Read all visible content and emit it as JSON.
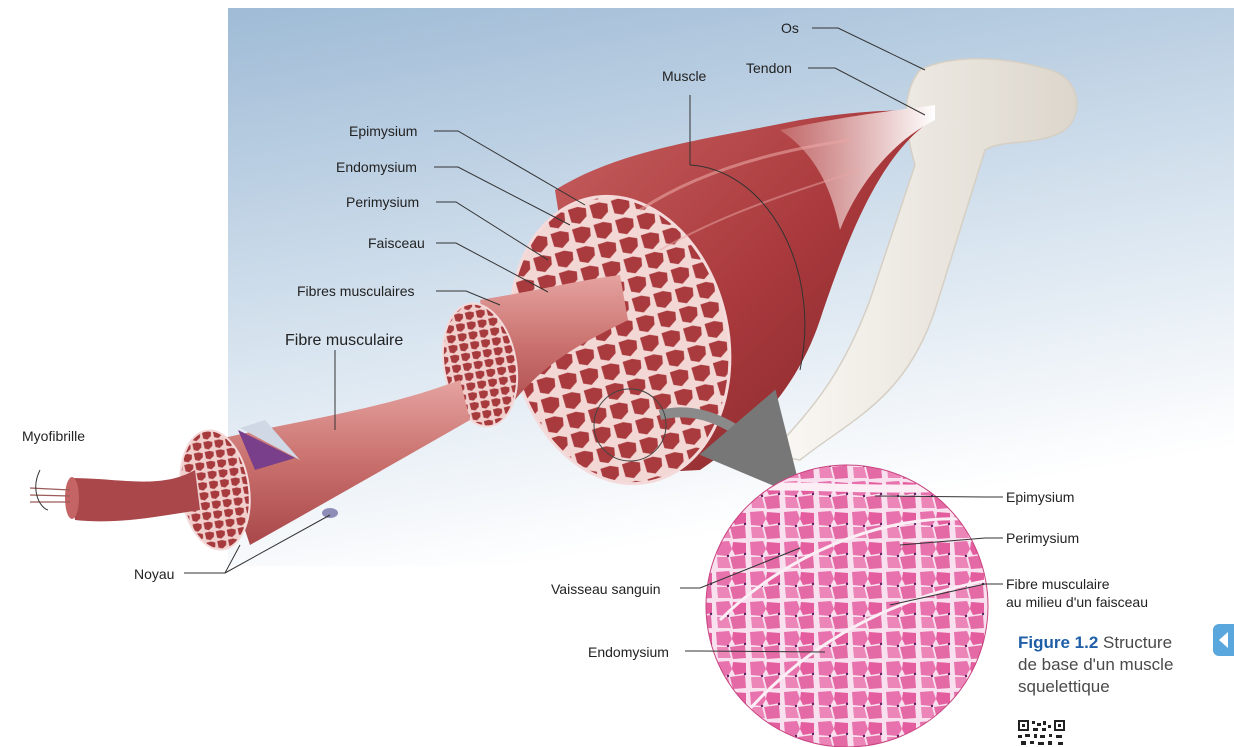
{
  "labels": {
    "os": "Os",
    "tendon": "Tendon",
    "muscle": "Muscle",
    "epimysium": "Epimysium",
    "endomysium": "Endomysium",
    "perimysium": "Perimysium",
    "faisceau": "Faisceau",
    "fibres_musculaires": "Fibres musculaires",
    "fibre_musculaire": "Fibre musculaire",
    "myofibrille": "Myofibrille",
    "noyau": "Noyau",
    "micro_epimysium": "Epimysium",
    "micro_perimysium": "Perimysium",
    "micro_fibre_line1": "Fibre musculaire",
    "micro_fibre_line2": "au milieu d'un faisceau",
    "micro_vaisseau": "Vaisseau sanguin",
    "micro_endomysium": "Endomysium"
  },
  "caption": {
    "figure": "Figure 1.2",
    "text_line1": "Structure",
    "text_line2": "de base d'un muscle",
    "text_line3": "squelettique"
  },
  "colors": {
    "background_top": "#aec7dd",
    "muscle": "#b54a4c",
    "muscle_dark": "#8e2f33",
    "bone": "#f1ede6",
    "histology": "#e2579c"
  }
}
